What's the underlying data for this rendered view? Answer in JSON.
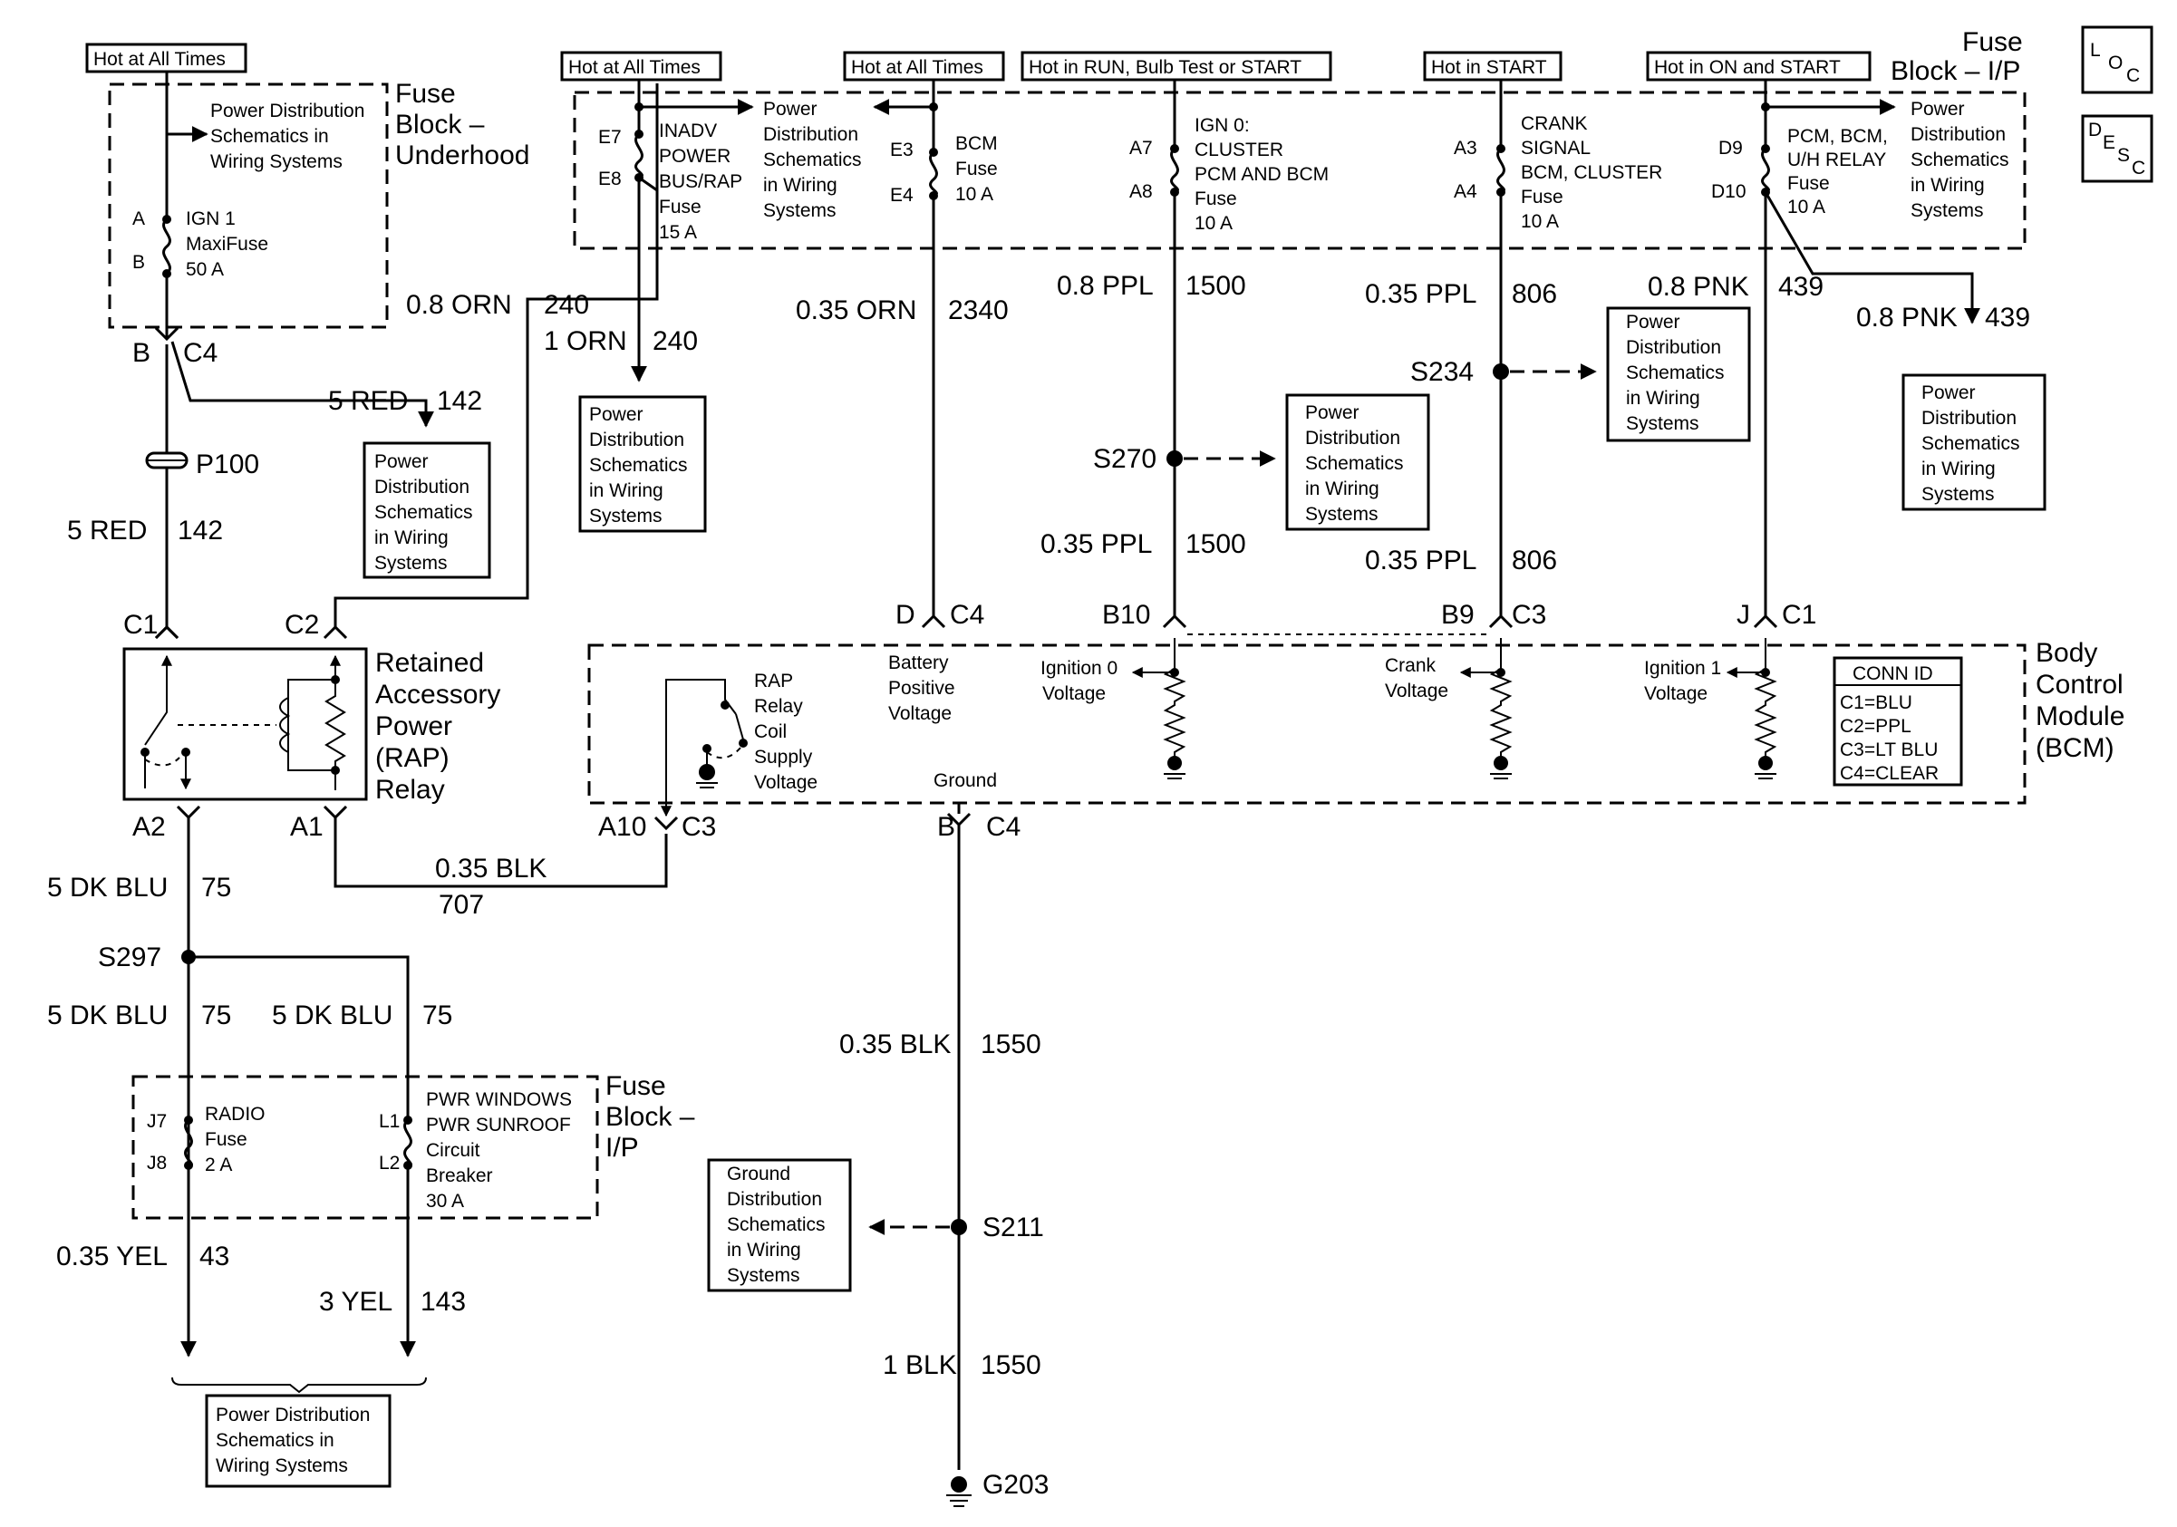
{
  "hot_labels": {
    "underhood": "Hot at All Times",
    "e7": "Hot at All Times",
    "e3": "Hot at All Times",
    "run": "Hot in RUN, Bulb Test or START",
    "start": "Hot in START",
    "on_start": "Hot in ON and START"
  },
  "fuse_block_underhood": {
    "title_1": "Fuse",
    "title_2": "Block –",
    "title_3": "Underhood",
    "pds_lines": [
      "Power Distribution",
      "Schematics in",
      "Wiring Systems"
    ],
    "pin_a": "A",
    "pin_b": "B",
    "fuse_lines": [
      "IGN 1",
      "MaxiFuse",
      "50 A"
    ]
  },
  "fuse_block_ip_top": {
    "title_1": "Fuse",
    "title_2": "Block – I/P",
    "e7": "E7",
    "e8": "E8",
    "inadv_lines": [
      "INADV",
      "POWER",
      "BUS/RAP",
      "Fuse",
      "15 A"
    ],
    "pds_e7_lines": [
      "Power",
      "Distribution",
      "Schematics",
      "in Wiring",
      "Systems"
    ],
    "e3": "E3",
    "e4": "E4",
    "bcm_fuse_lines": [
      "BCM",
      "Fuse",
      "10 A"
    ],
    "a7": "A7",
    "a8": "A8",
    "ign0_lines": [
      "IGN 0:",
      "CLUSTER",
      "PCM AND BCM",
      "Fuse",
      "10 A"
    ],
    "a3": "A3",
    "a4": "A4",
    "crank_lines": [
      "CRANK",
      "SIGNAL",
      "BCM, CLUSTER",
      "Fuse",
      "10 A"
    ],
    "d9": "D9",
    "d10": "D10",
    "pcm_lines": [
      "PCM, BCM,",
      "U/H RELAY",
      "Fuse",
      "10 A"
    ],
    "pds_d9_lines": [
      "Power",
      "Distribution",
      "Schematics",
      "in Wiring",
      "Systems"
    ]
  },
  "icons": {
    "loc": [
      "L",
      "O",
      "C"
    ],
    "desc": [
      "D",
      "E",
      "S",
      "C"
    ]
  },
  "wires": {
    "w240_top": {
      "color": "0.8 ORN",
      "circuit": "240"
    },
    "w240_drop": {
      "color": "1 ORN",
      "circuit": "240"
    },
    "w2340": {
      "color": "0.35 ORN",
      "circuit": "2340"
    },
    "w1500_top": {
      "color": "0.8 PPL",
      "circuit": "1500"
    },
    "w1500_bot": {
      "color": "0.35 PPL",
      "circuit": "1500"
    },
    "w806_top": {
      "color": "0.35 PPL",
      "circuit": "806"
    },
    "w806_bot": {
      "color": "0.35 PPL",
      "circuit": "806"
    },
    "w439_a": {
      "color": "0.8 PNK",
      "circuit": "439"
    },
    "w439_b": {
      "color": "0.8 PNK",
      "circuit": "439"
    },
    "w142_branch": {
      "color": "5 RED",
      "circuit": "142"
    },
    "w142": {
      "color": "5 RED",
      "circuit": "142"
    },
    "w707": {
      "color": "0.35 BLK",
      "circuit": "707"
    },
    "w75_a": {
      "color": "5 DK BLU",
      "circuit": "75"
    },
    "w75_b": {
      "color": "5 DK BLU",
      "circuit": "75"
    },
    "w75_c": {
      "color": "5 DK BLU",
      "circuit": "75"
    },
    "w1550_top": {
      "color": "0.35 BLK",
      "circuit": "1550"
    },
    "w1550_bot": {
      "color": "1 BLK",
      "circuit": "1550"
    },
    "w43": {
      "color": "0.35 YEL",
      "circuit": "43"
    },
    "w143": {
      "color": "3 YEL",
      "circuit": "143"
    }
  },
  "connectors": {
    "b_c4_top": {
      "pin": "B",
      "conn": "C4"
    },
    "p100": "P100",
    "c1": "C1",
    "c2": "C2",
    "a2": "A2",
    "a1": "A1",
    "d_c4": {
      "pin": "D",
      "conn": "C4"
    },
    "b10": "B10",
    "b9_c3": {
      "pin": "B9",
      "conn": "C3"
    },
    "j_c1": {
      "pin": "J",
      "conn": "C1"
    },
    "a10_c3": {
      "pin": "A10",
      "conn": "C3"
    },
    "b_c4_bot": {
      "pin": "B",
      "conn": "C4"
    }
  },
  "splices": {
    "s234": "S234",
    "s270": "S270",
    "s297": "S297",
    "s211": "S211",
    "g203": "G203"
  },
  "pds_boxes": {
    "red142": [
      "Power",
      "Distribution",
      "Schematics",
      "in Wiring",
      "Systems"
    ],
    "orn240": [
      "Power",
      "Distribution",
      "Schematics",
      "in Wiring",
      "Systems"
    ],
    "s270": [
      "Power",
      "Distribution",
      "Schematics",
      "in Wiring",
      "Systems"
    ],
    "s234": [
      "Power",
      "Distribution",
      "Schematics",
      "in Wiring",
      "Systems"
    ],
    "pnk439": [
      "Power",
      "Distribution",
      "Schematics",
      "in Wiring",
      "Systems"
    ],
    "bottom": [
      "Power Distribution",
      "Schematics in",
      "Wiring Systems"
    ],
    "ground": [
      "Ground",
      "Distribution",
      "Schematics",
      "in Wiring",
      "Systems"
    ]
  },
  "rap_relay": {
    "title_lines": [
      "Retained",
      "Accessory",
      "Power",
      "(RAP)",
      "Relay"
    ]
  },
  "bcm": {
    "title_lines": [
      "Body",
      "Control",
      "Module",
      "(BCM)"
    ],
    "rap_coil_lines": [
      "RAP",
      "Relay",
      "Coil",
      "Supply",
      "Voltage"
    ],
    "batt_lines": [
      "Battery",
      "Positive",
      "Voltage"
    ],
    "ground": "Ground",
    "ign0_lines": [
      "Ignition 0",
      "Voltage"
    ],
    "crank_lines": [
      "Crank",
      "Voltage"
    ],
    "ign1_lines": [
      "Ignition 1",
      "Voltage"
    ],
    "conn_id_title": "CONN ID",
    "conn_id_lines": [
      "C1=BLU",
      "C2=PPL",
      "C3=LT BLU",
      "C4=CLEAR"
    ]
  },
  "fuse_block_ip_bottom": {
    "title_lines": [
      "Fuse",
      "Block –",
      "I/P"
    ],
    "j7": "J7",
    "j8": "J8",
    "radio_lines": [
      "RADIO",
      "Fuse",
      "2 A"
    ],
    "l1": "L1",
    "l2": "L2",
    "pwr_lines": [
      "PWR WINDOWS",
      "PWR SUNROOF",
      "Circuit",
      "Breaker",
      "30 A"
    ]
  }
}
